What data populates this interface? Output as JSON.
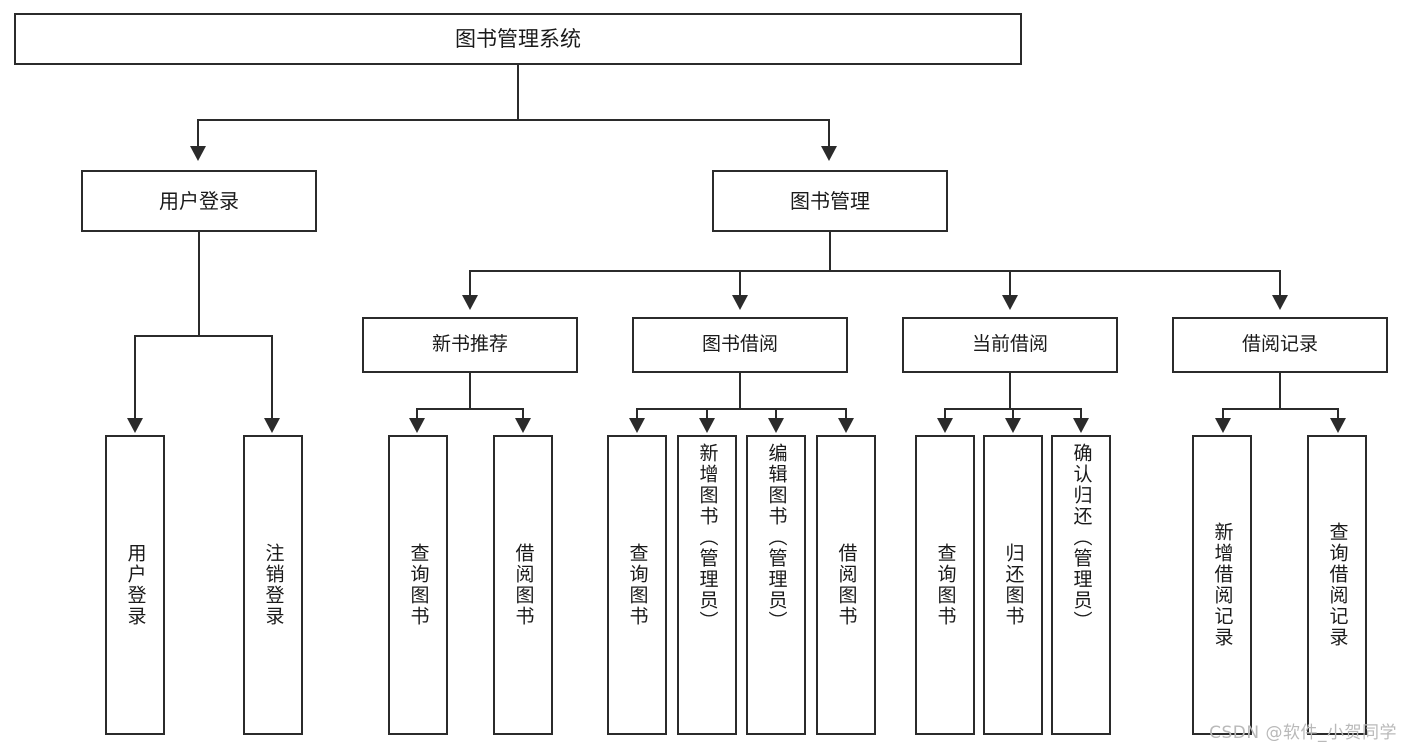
{
  "diagram": {
    "type": "tree",
    "title": "图书管理系统",
    "root": {
      "label": "图书管理系统"
    },
    "level1": [
      {
        "label": "用户登录"
      },
      {
        "label": "图书管理"
      }
    ],
    "level2": [
      {
        "label": "新书推荐"
      },
      {
        "label": "图书借阅"
      },
      {
        "label": "当前借阅"
      },
      {
        "label": "借阅记录"
      }
    ],
    "leaves": {
      "user_login": [
        {
          "label": "用户登录"
        },
        {
          "label": "注销登录"
        }
      ],
      "new_book": [
        {
          "label": "查询图书"
        },
        {
          "label": "借阅图书"
        }
      ],
      "borrow_book": [
        {
          "label": "查询图书"
        },
        {
          "label": "新增图书（管理员）"
        },
        {
          "label": "编辑图书（管理员）"
        },
        {
          "label": "借阅图书"
        }
      ],
      "current_borrow": [
        {
          "label": "查询图书"
        },
        {
          "label": "归还图书"
        },
        {
          "label": "确认归还（管理员）"
        }
      ],
      "borrow_record": [
        {
          "label": "新增借阅记录"
        },
        {
          "label": "查询借阅记录"
        }
      ]
    }
  },
  "watermark": {
    "text": "CSDN @软件_小贺同学"
  },
  "colors": {
    "stroke": "#2b2b2b",
    "background": "#ffffff",
    "text": "#1a1a1a",
    "watermark": "#b9b9b9"
  }
}
